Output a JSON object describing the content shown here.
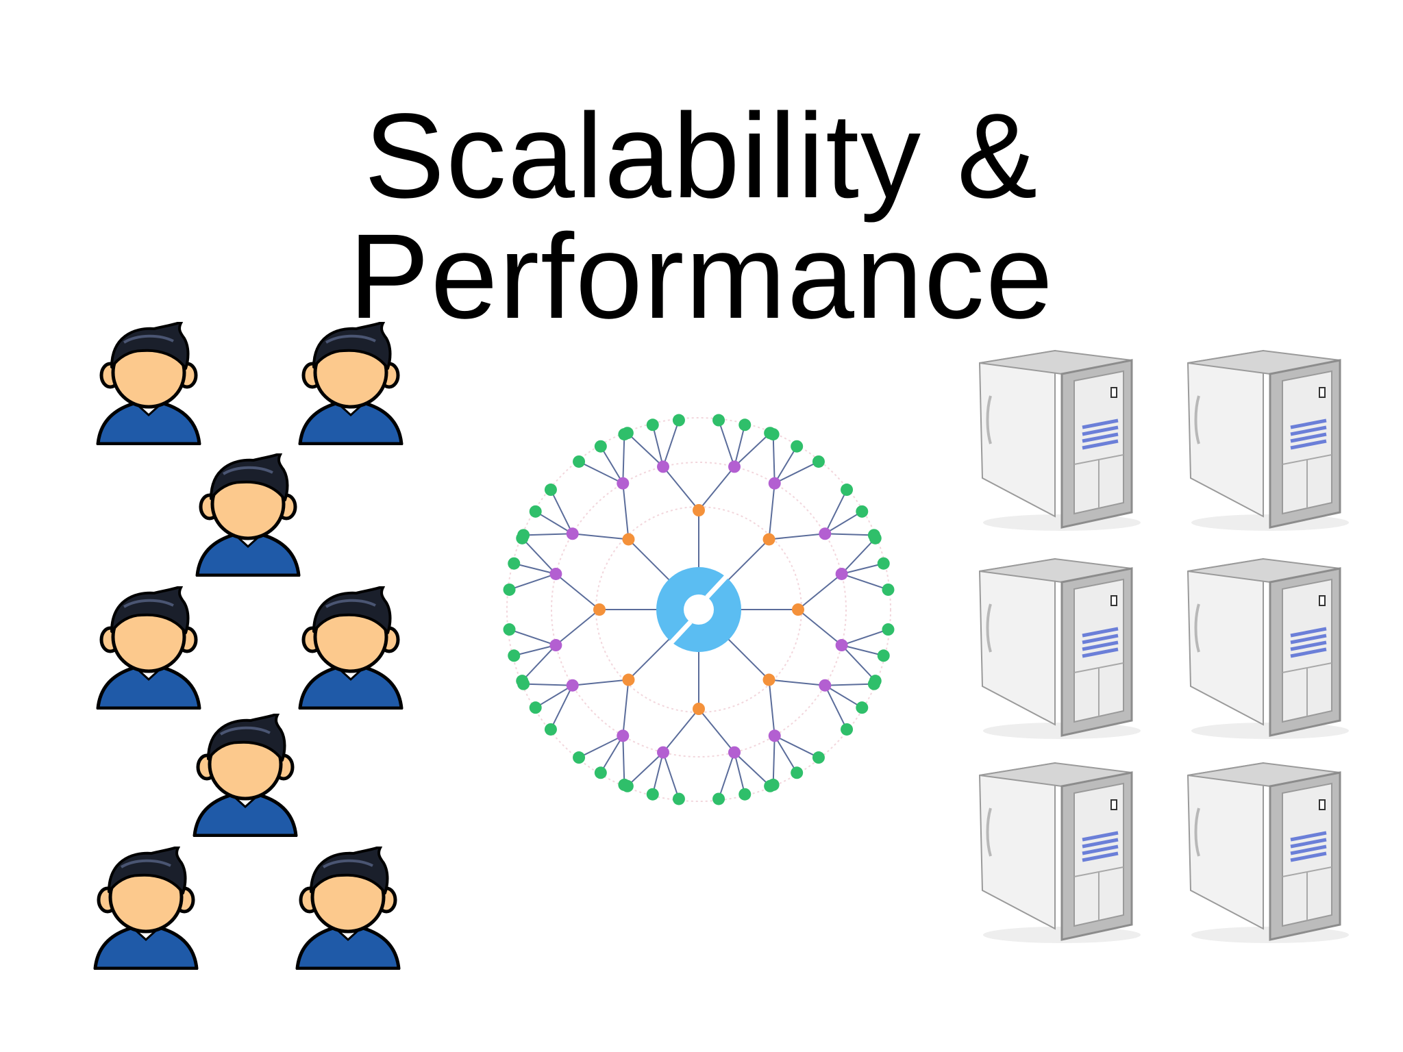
{
  "slide": {
    "title": "Scalability & Performance"
  },
  "colors": {
    "background": "#ffffff",
    "title": "#000000",
    "user_hair": "#1a1f2b",
    "user_face": "#fcc98d",
    "user_shirt": "#1f5aa8",
    "server_body": "#e6e6e6",
    "server_stripes": "#6b7fd8",
    "hub_center": "#5bbdf2",
    "node_level1": "#f4913a",
    "node_level2": "#b35fd1",
    "node_level3": "#2fbf6a"
  },
  "icons": {
    "user": "user-icon",
    "server": "server-tower-icon",
    "network": "network-hub-icon"
  },
  "counts": {
    "users": 8,
    "servers": 6
  }
}
